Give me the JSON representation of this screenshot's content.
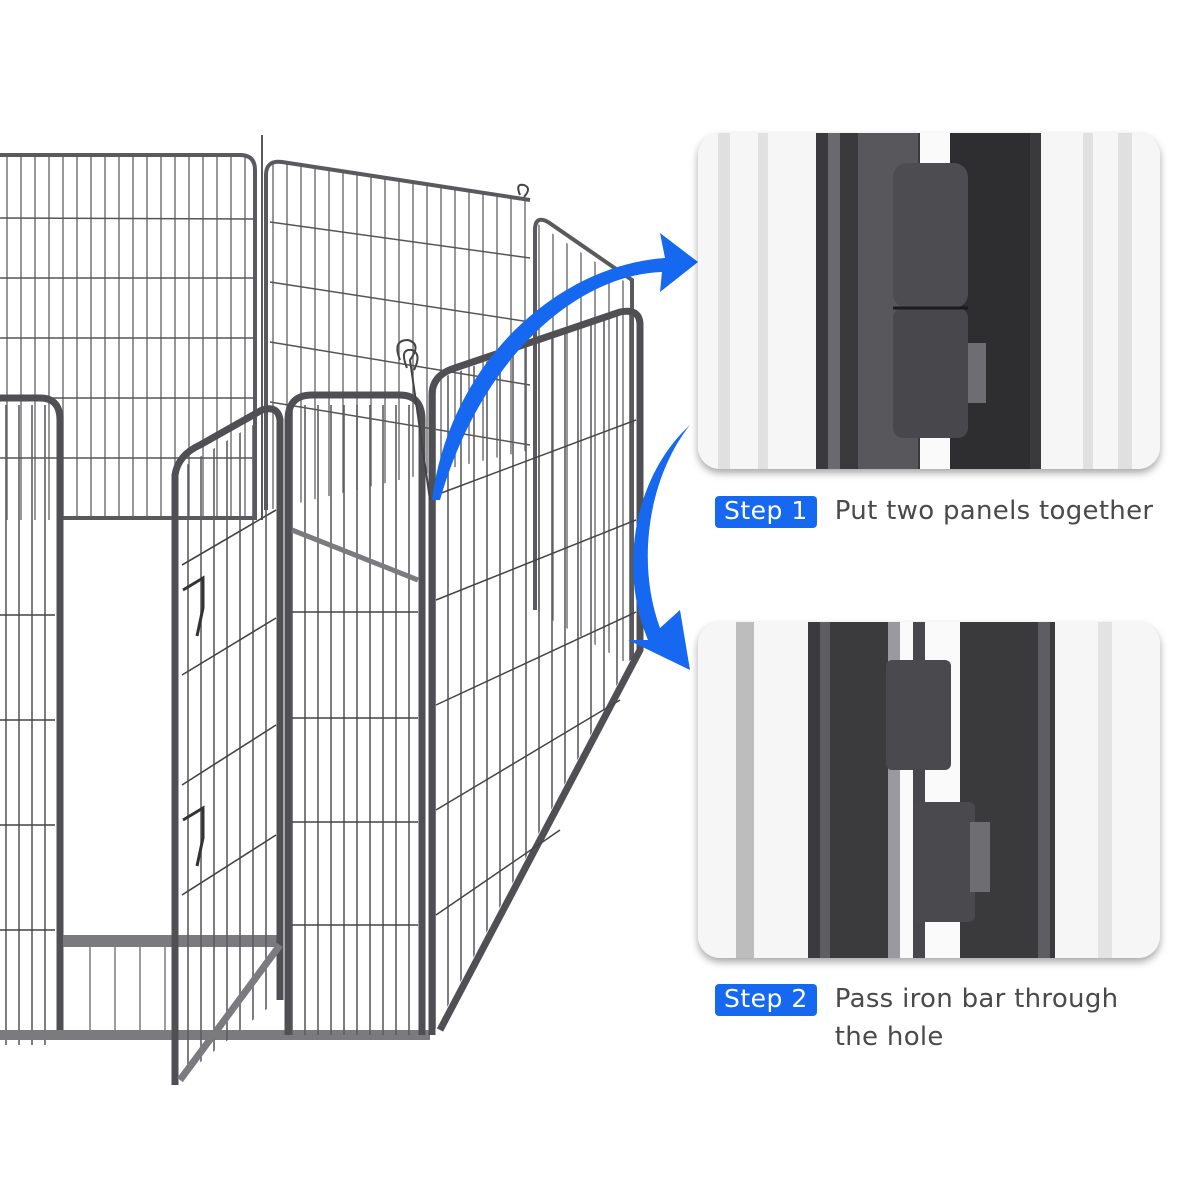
{
  "image": {
    "subject": "metal dog playpen with open gate",
    "accent_color": "#1668f0",
    "frame_color": "#5a5a5e"
  },
  "steps": [
    {
      "badge": "Step 1",
      "text": "Put two panels together"
    },
    {
      "badge": "Step 2",
      "text": "Pass iron bar through the hole"
    }
  ],
  "detail_cards": [
    {
      "label": "hinge-joined-closeup"
    },
    {
      "label": "iron-bar-through-hinge-closeup"
    }
  ]
}
